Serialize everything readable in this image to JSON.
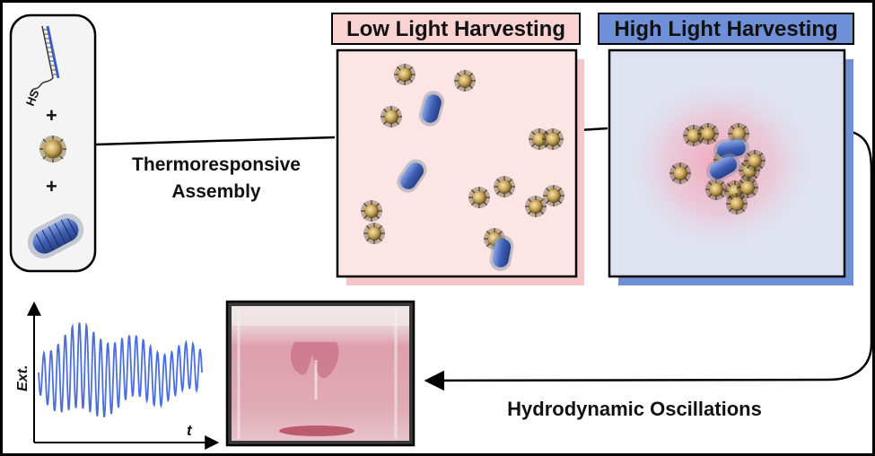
{
  "components_panel": {
    "linker_label": "HS",
    "plus_symbol": "+"
  },
  "assembly_label": {
    "line1": "Thermoresponsive",
    "line2": "Assembly"
  },
  "low_panel": {
    "title": "Low Light Harvesting",
    "title_bg": "#f9d2d2",
    "panel_bg": "#fde5e5",
    "shadow": "#f7c6c9"
  },
  "high_panel": {
    "title": "High Light Harvesting",
    "title_bg": "#6f8fd6",
    "panel_bg": "#dfe3f1",
    "glow": "#f2a3b6",
    "shadow": "#6f8fd6"
  },
  "oscillation_label": "Hydrodynamic Oscillations",
  "trace_plot": {
    "ylabel": "Ext.",
    "xlabel": "t",
    "line_color": "#4a6fdc"
  },
  "colors": {
    "gold": "#b9933e",
    "blue": "#4b69b8",
    "liquid": "#e1a9b4"
  }
}
